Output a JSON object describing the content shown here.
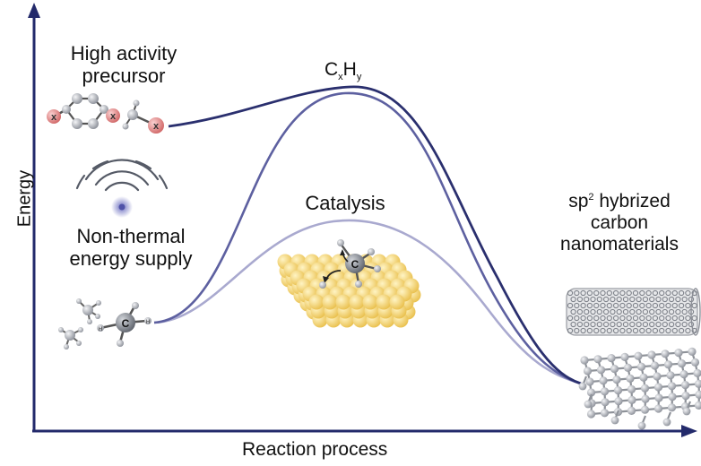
{
  "axes": {
    "y_label": "Energy",
    "x_label": "Reaction process"
  },
  "labels": {
    "precursor_line1": "High activity",
    "precursor_line2": "precursor",
    "intermediate_main": "C",
    "intermediate_sub_x": "x",
    "intermediate_h": "H",
    "intermediate_sub_y": "y",
    "nonthermal_line1": "Non-thermal",
    "nonthermal_line2": "energy supply",
    "catalysis": "Catalysis",
    "product_sp": "sp",
    "product_sup": "2",
    "product_line1_rest": " hybrized",
    "product_line2": "carbon",
    "product_line3": "nanomaterials"
  },
  "molecules": {
    "halogen_symbol": "x",
    "carbon_symbol": "C",
    "hydrogen_symbol": "H"
  },
  "colors": {
    "axis": "#232a6b",
    "curve_precursor": "#2a2f6e",
    "curve_nonthermal": "#5d60a0",
    "curve_catalysis": "#a9a9cf",
    "halogen": "#e07a7a",
    "catalyst_gold": "#f4d36b",
    "catalyst_pink": "#e8a0a8",
    "atom_grey": "#9a9ea6"
  }
}
